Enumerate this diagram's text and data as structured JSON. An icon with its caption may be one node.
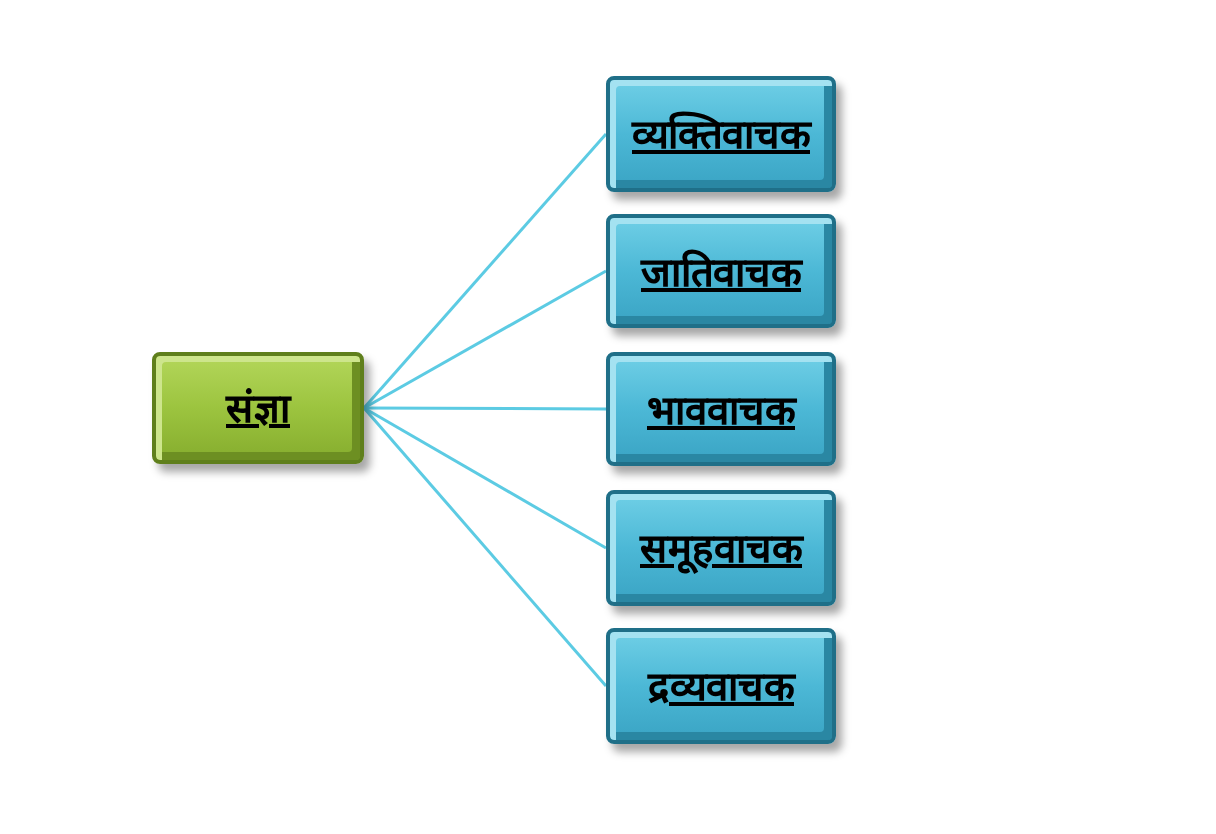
{
  "diagram": {
    "nodes": [
      {
        "text": [
          "संज्ञा"
        ]
      },
      {
        "text": [
          "व्यक्तिवाचक"
        ]
      },
      {
        "text": [
          "जातिवाचक"
        ]
      },
      {
        "text": [
          "भाववाचक"
        ]
      },
      {
        "text": [
          "समूहवाचक"
        ]
      },
      {
        "text": [
          "द्रव्यवाचक"
        ]
      }
    ],
    "edges": [
      {
        "from": 0,
        "to": 1,
        "arrow": "none"
      },
      {
        "from": 0,
        "to": 2,
        "arrow": "none"
      },
      {
        "from": 0,
        "to": 3,
        "arrow": "none"
      },
      {
        "from": 0,
        "to": 4,
        "arrow": "none"
      },
      {
        "from": 0,
        "to": 5,
        "arrow": "none"
      }
    ]
  }
}
